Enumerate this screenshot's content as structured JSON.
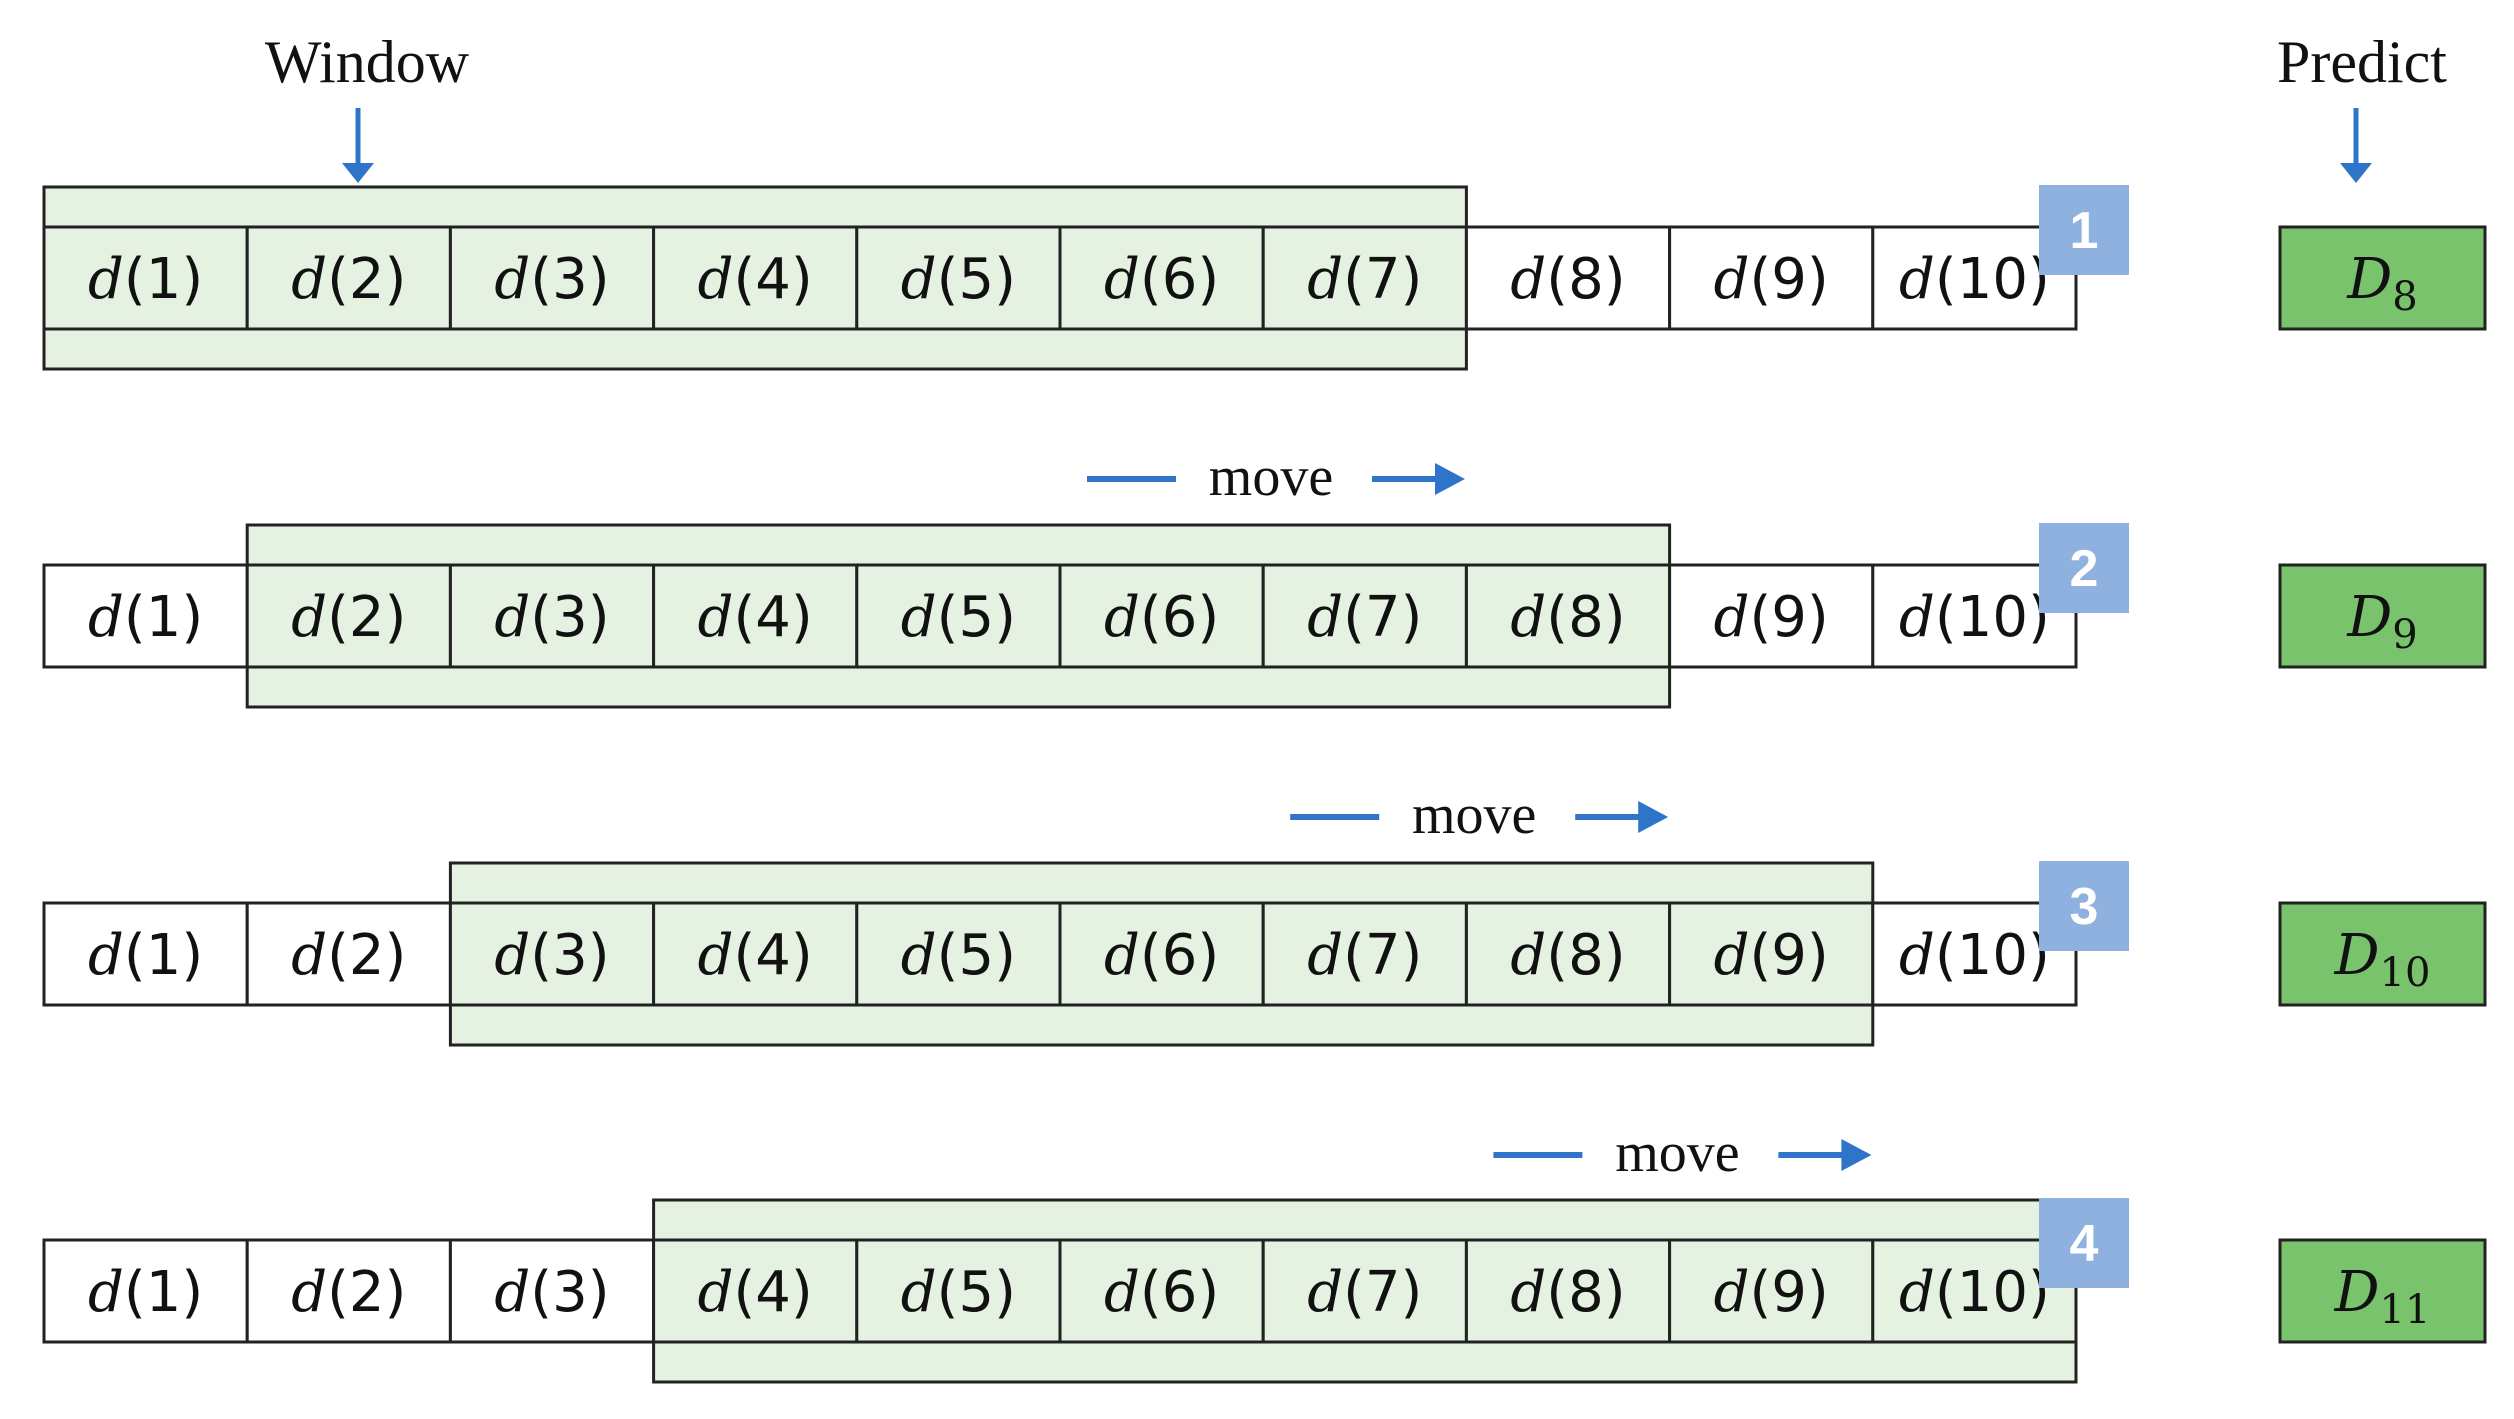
{
  "labels": {
    "window": "Window",
    "predict": "Predict"
  },
  "move_label": "move",
  "cells": [
    "d(1)",
    "d(2)",
    "d(3)",
    "d(4)",
    "d(5)",
    "d(6)",
    "d(7)",
    "d(8)",
    "d(9)",
    "d(10)"
  ],
  "rows": [
    {
      "badge": "1",
      "window_start": 1,
      "window_end": 7,
      "prediction": {
        "base": "D",
        "sub": "8"
      }
    },
    {
      "badge": "2",
      "window_start": 2,
      "window_end": 8,
      "prediction": {
        "base": "D",
        "sub": "9"
      }
    },
    {
      "badge": "3",
      "window_start": 3,
      "window_end": 9,
      "prediction": {
        "base": "D",
        "sub": "10"
      }
    },
    {
      "badge": "4",
      "window_start": 4,
      "window_end": 10,
      "prediction": {
        "base": "D",
        "sub": "11"
      }
    }
  ],
  "colors": {
    "window_fill": "#e6f2e1",
    "prediction_fill": "#78c36b",
    "badge_fill": "#8fb1df",
    "arrow": "#2e75c9",
    "border": "#222222"
  }
}
